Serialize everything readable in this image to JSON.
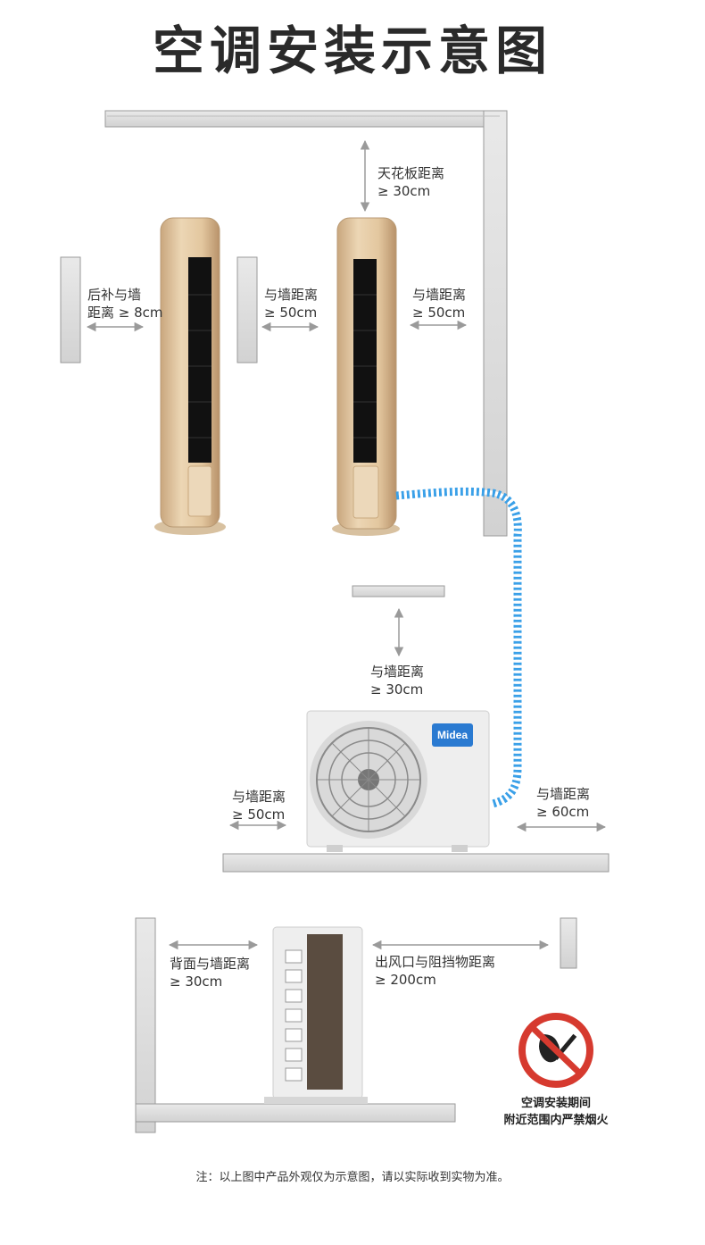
{
  "title": "空调安装示意图",
  "colors": {
    "wall": "#d9d9d9",
    "wall_edge": "#9a9a9a",
    "arrow": "#9a9a9a",
    "pipe": "#3aa0e8",
    "unit_gold": "#e3c9a4",
    "outdoor": "#eeeeee",
    "brand_blue": "#2a7ad1",
    "no_smoking_red": "#d63a2f"
  },
  "labels": {
    "ceiling": {
      "line1": "天花板距离",
      "line2": "≥ 30cm"
    },
    "back_wall": {
      "line1": "后补与墙",
      "line2": "距离 ≥ 8cm"
    },
    "mid_wall": {
      "line1": "与墙距离",
      "line2": "≥ 50cm"
    },
    "right_wall": {
      "line1": "与墙距离",
      "line2": "≥ 50cm"
    },
    "outdoor_top": {
      "line1": "与墙距离",
      "line2": "≥ 30cm"
    },
    "outdoor_left": {
      "line1": "与墙距离",
      "line2": "≥ 50cm"
    },
    "outdoor_right": {
      "line1": "与墙距离",
      "line2": "≥ 60cm"
    },
    "side_back": {
      "line1": "背面与墙距离",
      "line2": "≥ 30cm"
    },
    "side_front": {
      "line1": "出风口与阻挡物距离",
      "line2": "≥ 200cm"
    }
  },
  "brand": "Midea",
  "warning": {
    "line1": "空调安装期间",
    "line2": "附近范围内严禁烟火"
  },
  "note": "注：以上图中产品外观仅为示意图，请以实际收到实物为准。",
  "icons": [
    "no-smoking-icon"
  ]
}
